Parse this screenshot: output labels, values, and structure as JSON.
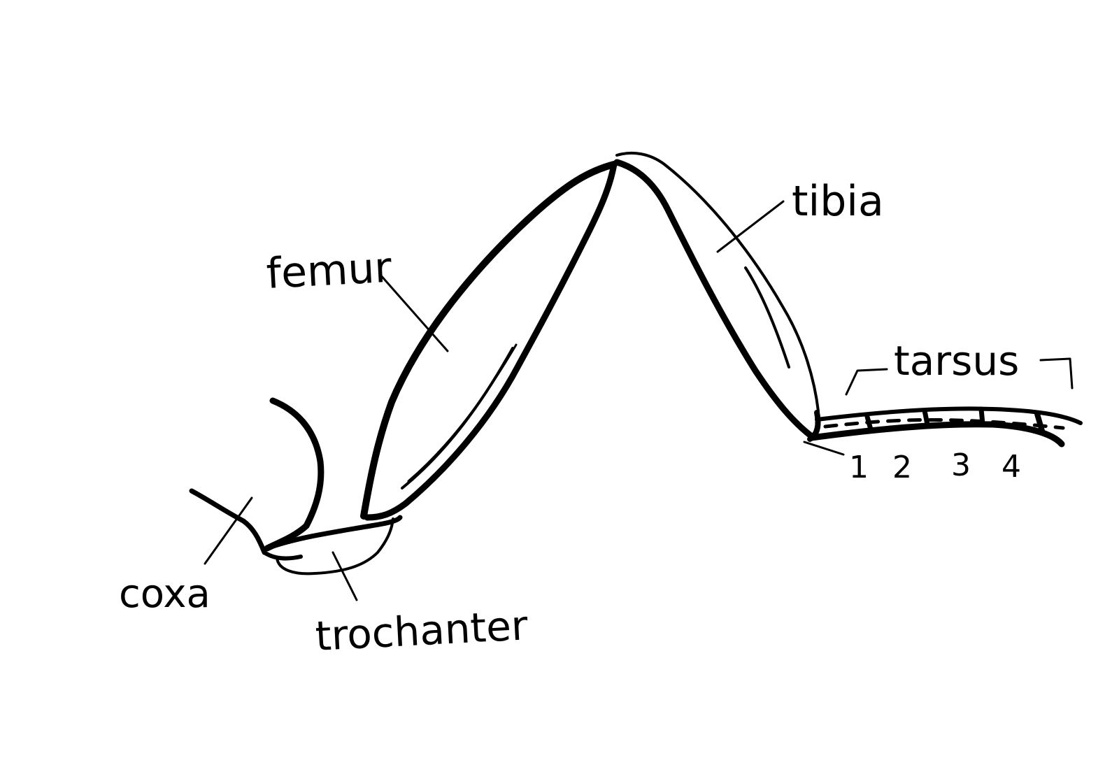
{
  "diagram": {
    "ink_color": "#000000",
    "background": "#ffffff",
    "labels": {
      "femur": "femur",
      "tibia": "tibia",
      "tarsus": "tarsus",
      "coxa": "coxa",
      "trochanter": "trochanter",
      "tarsal_numbers": [
        "1",
        "2",
        "3",
        "4"
      ]
    }
  }
}
